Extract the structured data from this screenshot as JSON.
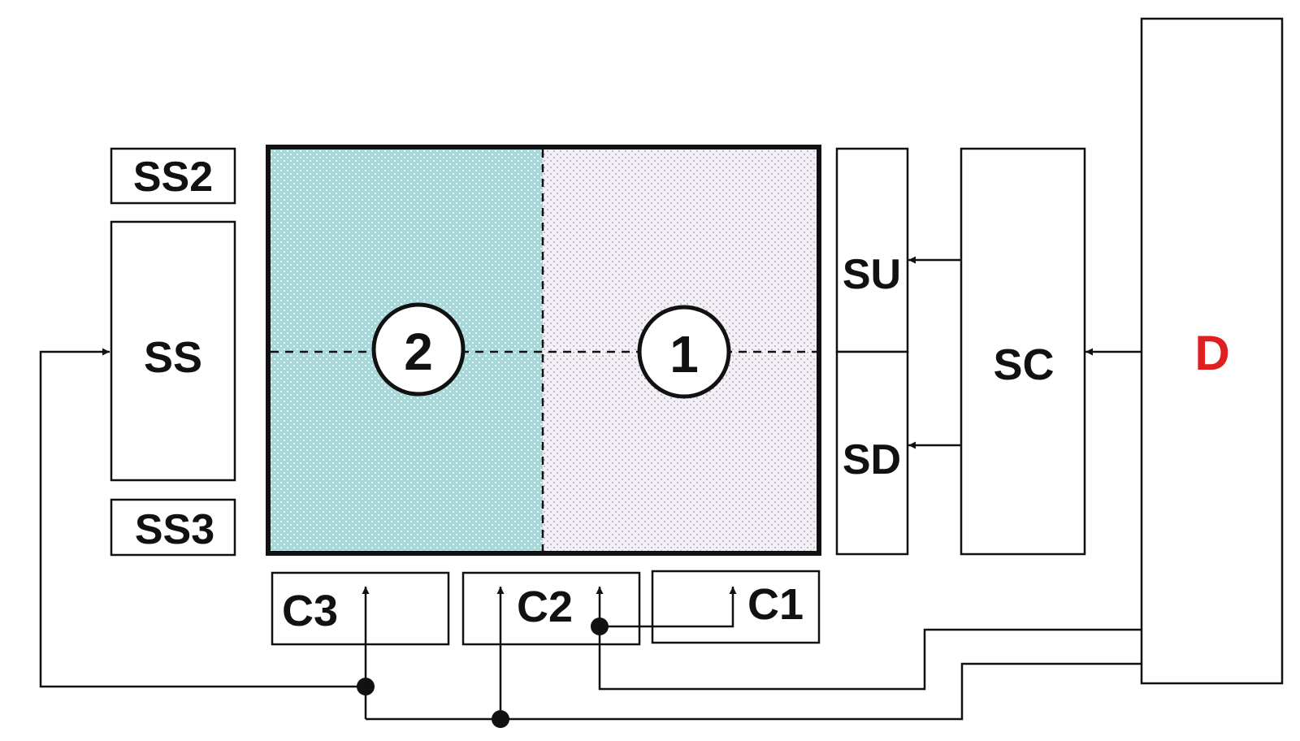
{
  "blocks": {
    "ss2": "SS2",
    "ss": "SS",
    "ss3": "SS3",
    "su": "SU",
    "sd": "SD",
    "sc": "SC",
    "d": "D",
    "c1": "C1",
    "c2": "C2",
    "c3": "C3"
  },
  "regions": {
    "left": "2",
    "right": "1"
  },
  "colors": {
    "region_left_fill": "#a9d8da",
    "region_right_fill": "#f3f0f6",
    "dot_left": "#ffffff",
    "dot_right": "#b3a3c0",
    "line": "#111111",
    "d_label": "#e02020"
  }
}
